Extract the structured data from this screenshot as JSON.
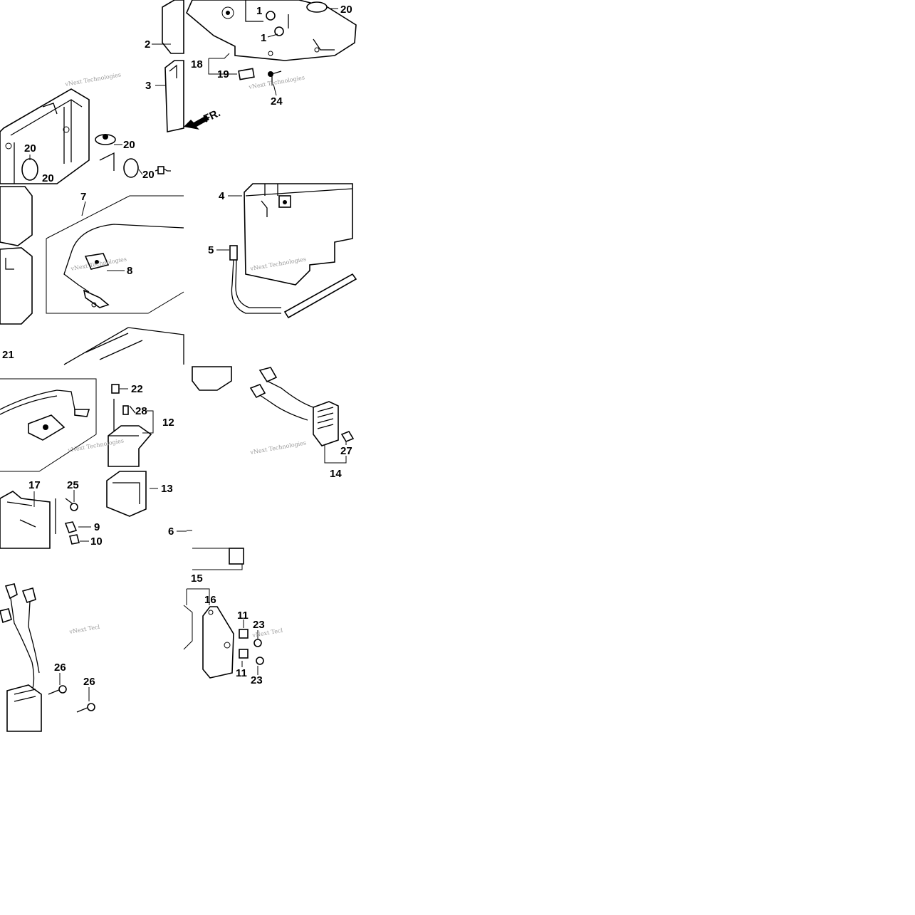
{
  "callouts": {
    "c1a": "1",
    "c1b": "1",
    "c2": "2",
    "c3": "3",
    "c4": "4",
    "c5": "5",
    "c6": "6",
    "c7": "7",
    "c8": "8",
    "c9": "9",
    "c10": "10",
    "c11a": "11",
    "c11b": "11",
    "c12": "12",
    "c13": "13",
    "c14": "14",
    "c15": "15",
    "c16": "16",
    "c17": "17",
    "c18": "18",
    "c19": "19",
    "c20a": "20",
    "c20b": "20",
    "c20c": "20",
    "c20d": "20",
    "c20e": "20",
    "c21": "21",
    "c22": "22",
    "c23a": "23",
    "c23b": "23",
    "c24": "24",
    "c25": "25",
    "c26a": "26",
    "c26b": "26",
    "c27": "27",
    "c28": "28"
  },
  "front_indicator": "FR.",
  "watermarks": {
    "w1": "vNext Technologies",
    "w2": "vNext Technologies",
    "w3": "vNext Technologies",
    "w4": "vNext Technologies",
    "w5": "vNext Technologies",
    "w6": "vNext Technologies",
    "w7": "vNext Tecl",
    "w8": "vNext Tecl"
  }
}
